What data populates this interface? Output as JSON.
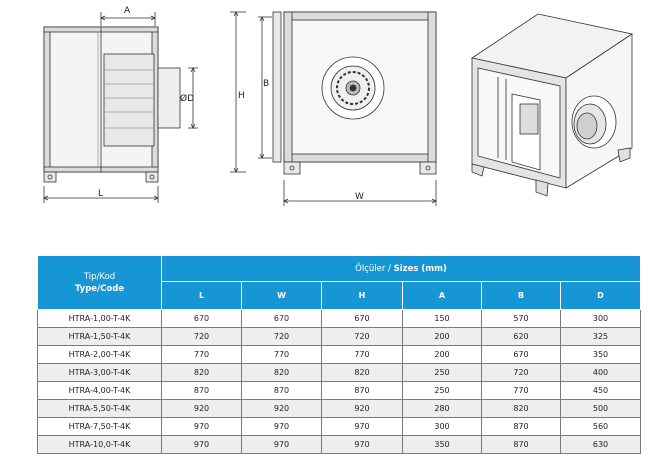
{
  "drawing_labels": {
    "side": {
      "A": "A",
      "D": "ØD",
      "L": "L"
    },
    "front": {
      "H": "H",
      "B": "B",
      "W": "W"
    }
  },
  "table": {
    "type_code_line1": "Tip/Kod",
    "type_code_line2": "Type/Code",
    "sizes_prefix": "Ölçüler / ",
    "sizes_bold": "Sizes (mm)",
    "columns": [
      "L",
      "W",
      "H",
      "A",
      "B",
      "D"
    ],
    "rows": [
      {
        "code": "HTRA-1,00-T-4K",
        "values": [
          "670",
          "670",
          "670",
          "150",
          "570",
          "300"
        ]
      },
      {
        "code": "HTRA-1,50-T-4K",
        "values": [
          "720",
          "720",
          "720",
          "200",
          "620",
          "325"
        ]
      },
      {
        "code": "HTRA-2,00-T-4K",
        "values": [
          "770",
          "770",
          "770",
          "200",
          "670",
          "350"
        ]
      },
      {
        "code": "HTRA-3,00-T-4K",
        "values": [
          "820",
          "820",
          "820",
          "250",
          "720",
          "400"
        ]
      },
      {
        "code": "HTRA-4,00-T-4K",
        "values": [
          "870",
          "870",
          "870",
          "250",
          "770",
          "450"
        ]
      },
      {
        "code": "HTRA-5,50-T-4K",
        "values": [
          "920",
          "920",
          "920",
          "280",
          "820",
          "500"
        ]
      },
      {
        "code": "HTRA-7,50-T-4K",
        "values": [
          "970",
          "970",
          "970",
          "300",
          "870",
          "560"
        ]
      },
      {
        "code": "HTRA-10,0-T-4K",
        "values": [
          "970",
          "970",
          "970",
          "350",
          "870",
          "630"
        ]
      }
    ]
  },
  "colors": {
    "header": "#1796d6",
    "row_alt": "#eeeeee"
  }
}
